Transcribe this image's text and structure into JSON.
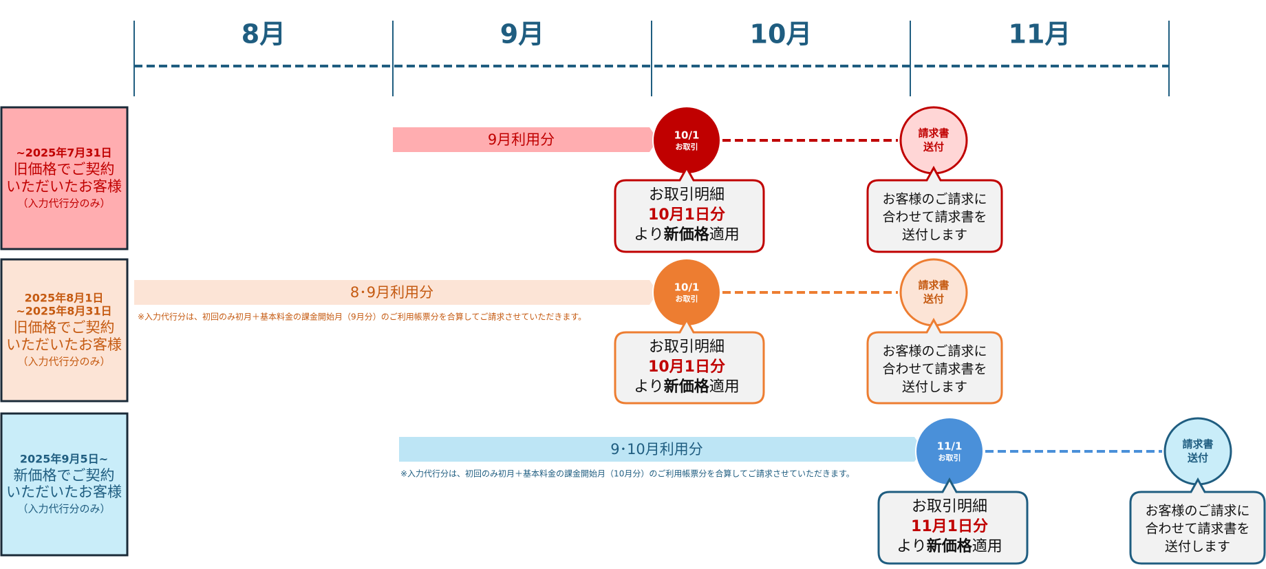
{
  "months": [
    "8月",
    "9月",
    "10月",
    "11月"
  ],
  "colors": {
    "timeline": "#1f5d80",
    "text_dark": "#111111",
    "highlight_red": "#c00000",
    "callout_fill": "#f2f2f2",
    "note_1": "#c55a11",
    "note_2": "#1f5d80"
  },
  "rows": [
    {
      "label_lines": [
        "~2025年7月31日",
        "旧価格でご契約",
        "いただいたお客様",
        "（入力代行分のみ）"
      ],
      "label_fill": "#ffadb0",
      "label_text": "#c00000",
      "label_border": "#1a2a38",
      "usage_label": "9月利用分",
      "arrow_fill": "#ffadb0",
      "arrow_text": "#c00000",
      "note": "",
      "circle_lines": [
        "10/1",
        "お取引"
      ],
      "circle_fill": "#c00000",
      "circle_text": "#ffffff",
      "dash_color": "#c00000",
      "send_lines": [
        "請求書",
        "送付"
      ],
      "send_fill": "#ffd6d6",
      "send_stroke": "#c00000",
      "send_text": "#c00000",
      "callout_stroke": "#c00000",
      "callout_left": {
        "line1": "お取引明細",
        "date": "10月1日分",
        "line3_pre": "より",
        "line3_bold": "新価格",
        "line3_post": "適用"
      },
      "callout_right_lines": [
        "お客様のご請求に",
        "合わせて請求書を",
        "送付します"
      ]
    },
    {
      "label_lines": [
        "2025年8月1日",
        "~2025年8月31日",
        "旧価格でご契約",
        "いただいたお客様",
        "（入力代行分のみ）"
      ],
      "label_fill": "#fce4d6",
      "label_text": "#c55a11",
      "label_border": "#1a2a38",
      "usage_label": "8･9月利用分",
      "arrow_fill": "#fce4d6",
      "arrow_text": "#c55a11",
      "note": "※入力代行分は、初回のみ初月＋基本料金の課金開始月（9月分）のご利用帳票分を合算してご請求させていただきます。",
      "circle_lines": [
        "10/1",
        "お取引"
      ],
      "circle_fill": "#ed7d31",
      "circle_text": "#ffffff",
      "dash_color": "#ed7d31",
      "send_lines": [
        "請求書",
        "送付"
      ],
      "send_fill": "#fce4d6",
      "send_stroke": "#ed7d31",
      "send_text": "#c55a11",
      "callout_stroke": "#ed7d31",
      "callout_left": {
        "line1": "お取引明細",
        "date": "10月1日分",
        "line3_pre": "より",
        "line3_bold": "新価格",
        "line3_post": "適用"
      },
      "callout_right_lines": [
        "お客様のご請求に",
        "合わせて請求書を",
        "送付します"
      ]
    },
    {
      "label_lines": [
        "2025年9月5日~",
        "新価格でご契約",
        "いただいたお客様",
        "（入力代行分のみ）"
      ],
      "label_fill": "#c9edf9",
      "label_text": "#1f5d80",
      "label_border": "#1a2a38",
      "usage_label": "9･10月利用分",
      "arrow_fill": "#bde5f5",
      "arrow_text": "#1f5d80",
      "note": "※入力代行分は、初回のみ初月＋基本料金の課金開始月（10月分）のご利用帳票分を合算してご請求させていただきます。",
      "circle_lines": [
        "11/1",
        "お取引"
      ],
      "circle_fill": "#4a90d9",
      "circle_text": "#ffffff",
      "dash_color": "#4a90d9",
      "send_lines": [
        "請求書",
        "送付"
      ],
      "send_fill": "#c9edf9",
      "send_stroke": "#1f5d80",
      "send_text": "#1f5d80",
      "callout_stroke": "#1f5d80",
      "callout_left": {
        "line1": "お取引明細",
        "date": "11月1日分",
        "line3_pre": "より",
        "line3_bold": "新価格",
        "line3_post": "適用"
      },
      "callout_right_lines": [
        "お客様のご請求に",
        "合わせて請求書を",
        "送付します"
      ]
    }
  ]
}
